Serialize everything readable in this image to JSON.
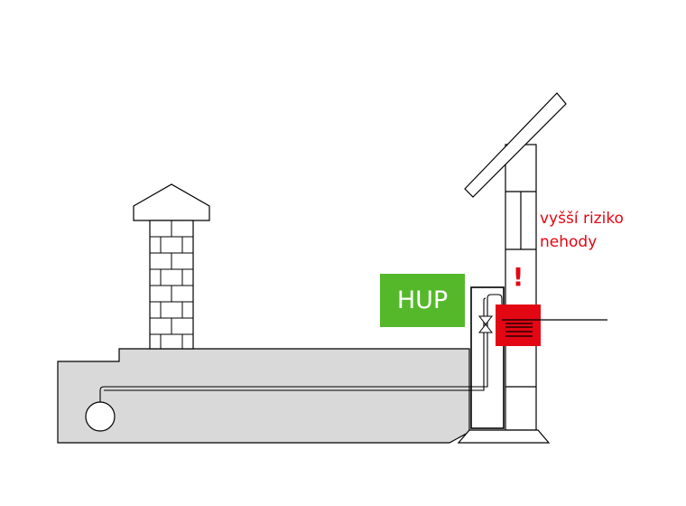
{
  "labels": {
    "hup": "HUP",
    "risk_line1": "vyšší riziko",
    "risk_line2": "nehody",
    "warning_mark": "!"
  },
  "colors": {
    "hup_green": "#55b82b",
    "risk_red": "#e30613",
    "ground_gray": "#d9d9d9",
    "line": "#000000"
  }
}
